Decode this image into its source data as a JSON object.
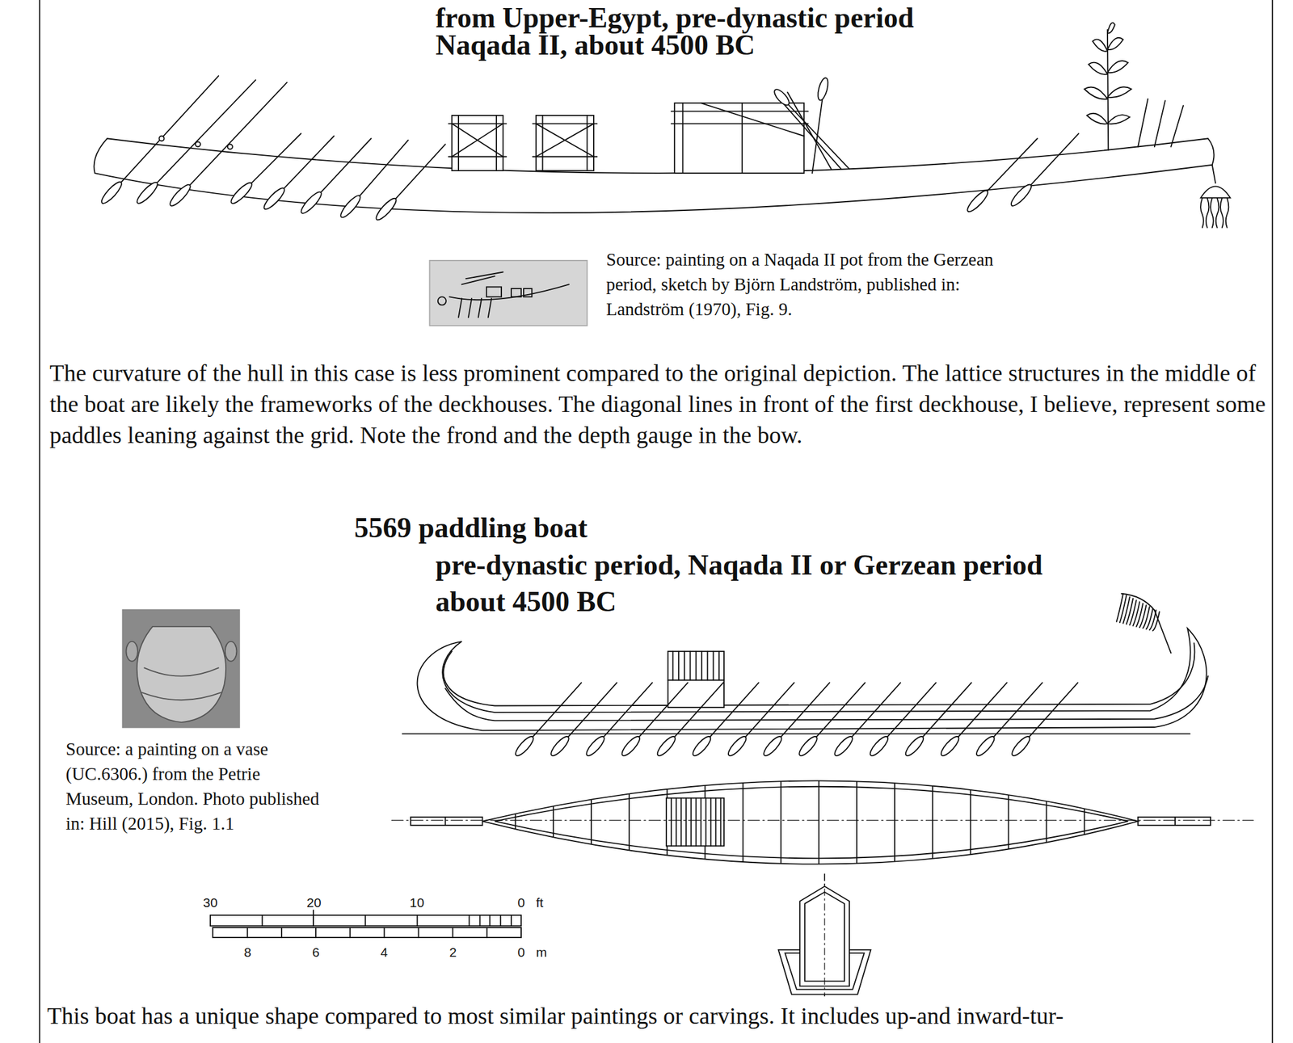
{
  "diagram": {
    "labels": [
      "from Upper-Egypt, pre-dynastic period",
      "Naqada II, about 4500 BC",
      "Source: painting on a Naqada II pot from the Gerzean period, sketch by Björn Landström, published in: Landström (1970), Fig. 9.",
      "The curvature of the hull in this case is less prominent compared to the original depiction. The lattice structures in the middle of the boat are likely the frameworks of the deckhouses. The diagonal lines in front of the first deckhouse, I believe, represent some paddles leaning against the grid. Note the frond and the depth gauge in the bow.",
      "5569 paddling boat",
      "pre-dynastic period, Naqada II or Gerzean period",
      "about 4500 BC",
      "Source: a painting on a vase (UC.6306.) from the Petrie Museum, London. Photo published in: Hill (2015), Fig. 1.1",
      "30",
      "20",
      "10",
      "0",
      "ft",
      "8",
      "6",
      "4",
      "2",
      "0",
      "m",
      "This boat has a unique shape compared to most similar paintings or carvings. It includes up-and inward-tur-"
    ]
  }
}
